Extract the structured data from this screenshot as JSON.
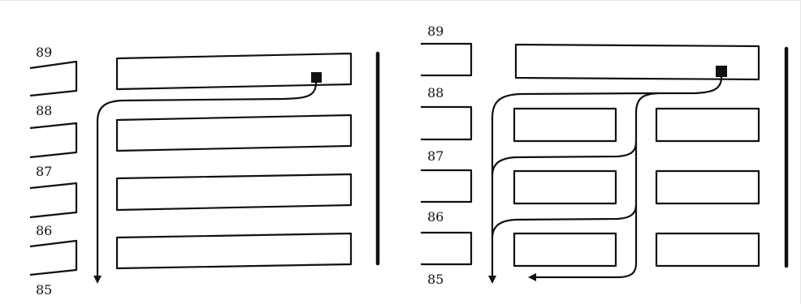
{
  "figure": {
    "panels": [
      {
        "id": "left",
        "street_labels": [
          "89",
          "88",
          "87",
          "86",
          "85"
        ]
      },
      {
        "id": "right",
        "street_labels": [
          "89",
          "88",
          "87",
          "86",
          "85"
        ]
      }
    ]
  }
}
